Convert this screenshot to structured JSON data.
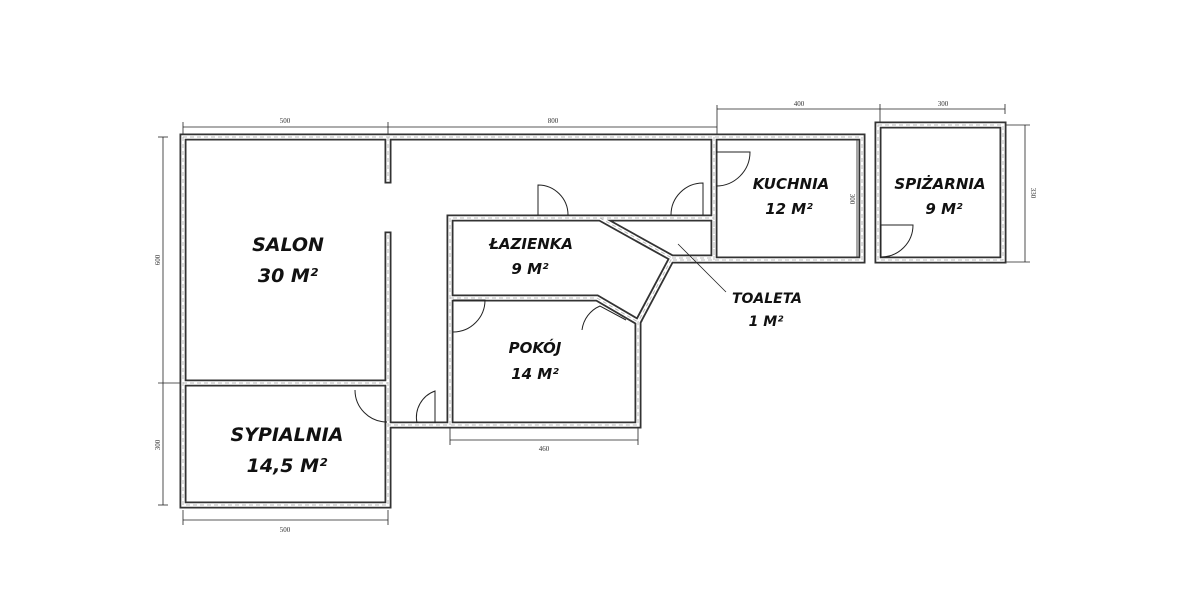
{
  "rooms": {
    "salon": {
      "name": "SALON",
      "area": "30 M²"
    },
    "sypialnia": {
      "name": "SYPIALNIA",
      "area": "14,5 M²"
    },
    "lazienka": {
      "name": "ŁAZIENKA",
      "area": "9 M²"
    },
    "pokoj": {
      "name": "POKÓJ",
      "area": "14 M²"
    },
    "kuchnia": {
      "name": "KUCHNIA",
      "area": "12 M²"
    },
    "spizarnia": {
      "name": "SPIŻARNIA",
      "area": "9 M²"
    },
    "toaleta": {
      "name": "TOALETA",
      "area": "1 M²"
    }
  },
  "dimensions": {
    "top_salon": "500",
    "top_corridor": "800",
    "top_kitchen": "400",
    "top_pantry": "300",
    "left_salon": "600",
    "left_bedroom": "300",
    "bottom_bedroom": "500",
    "bottom_room": "460",
    "kitchen_height": "300",
    "pantry_height": "330"
  }
}
